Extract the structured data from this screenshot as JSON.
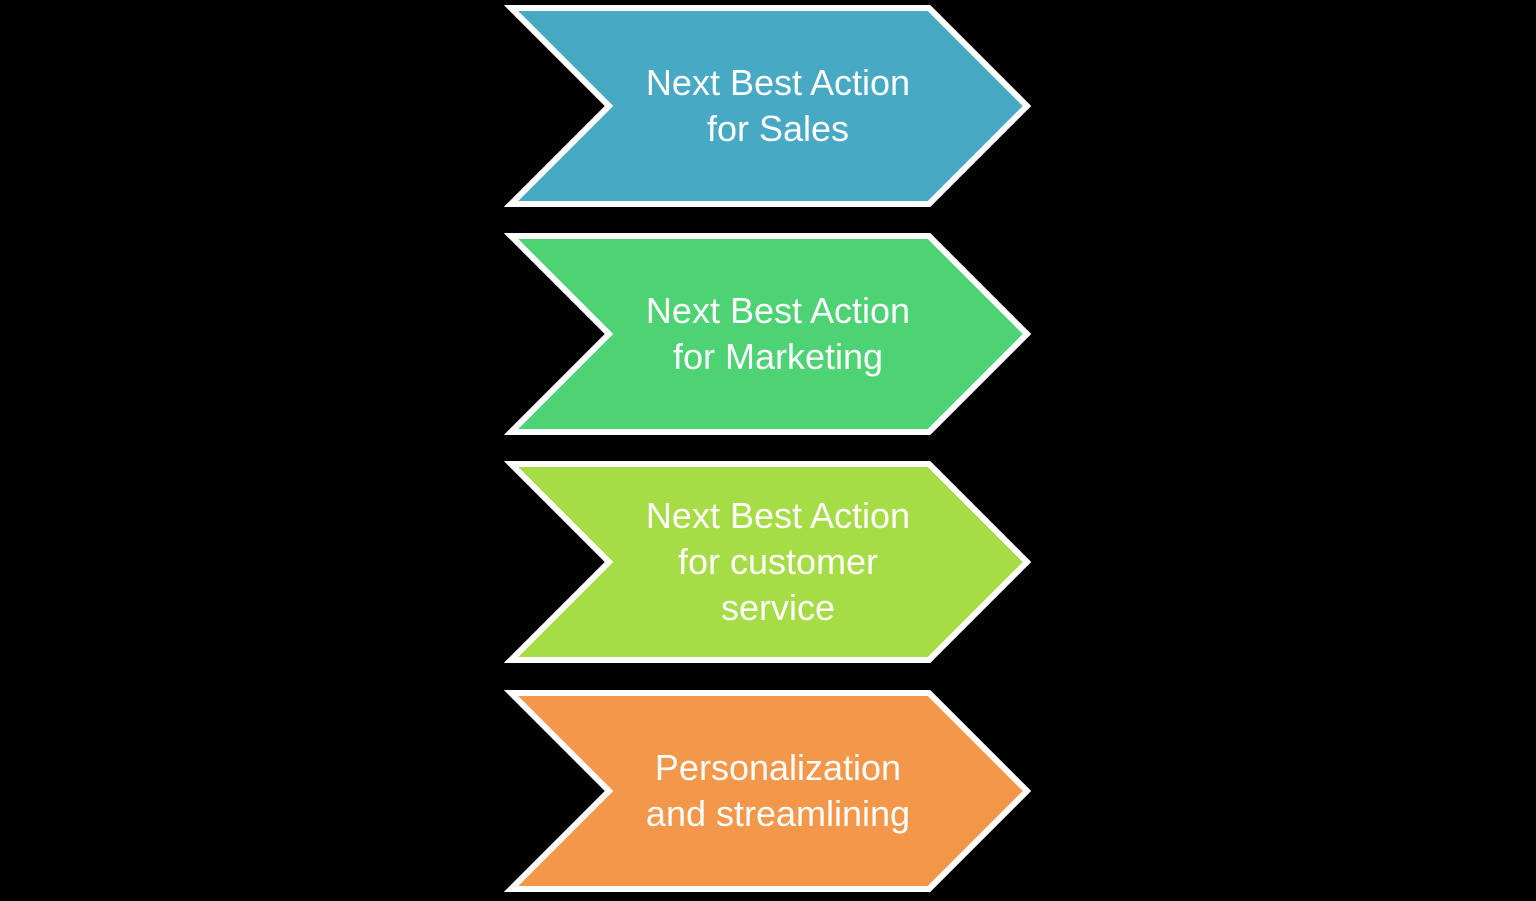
{
  "canvas": {
    "background_color": "#000000",
    "outline_color": "#ffffff",
    "text_color": "#ffffff"
  },
  "diagram": {
    "type": "chevron-list",
    "direction": "right",
    "items": [
      {
        "text": "Next Best Action for Sales",
        "lines": [
          "Next Best Action",
          "for Sales"
        ],
        "fill": "#48a9c4"
      },
      {
        "text": "Next Best Action for Marketing",
        "lines": [
          "Next Best Action",
          "for Marketing"
        ],
        "fill": "#4dd374"
      },
      {
        "text": "Next Best Action for customer service",
        "lines": [
          "Next Best Action",
          "for customer",
          "service"
        ],
        "fill": "#a6dc45"
      },
      {
        "text": "Personalization and streamlining",
        "lines": [
          "Personalization",
          "and streamlining"
        ],
        "fill": "#f3974a"
      }
    ]
  }
}
